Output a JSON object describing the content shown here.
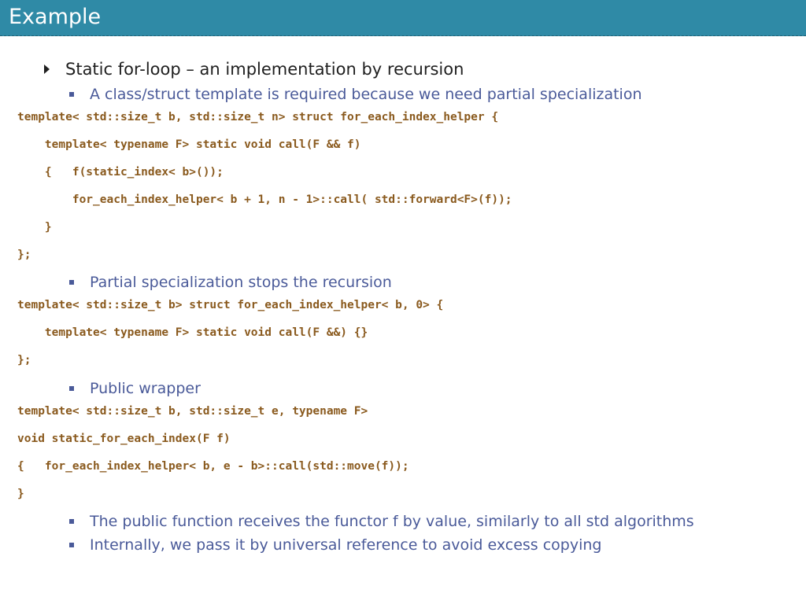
{
  "slide": {
    "title": "Example",
    "heading": "Static for-loop – an implementation by recursion",
    "bullets": {
      "b1": "A class/struct template is required because we need partial specialization",
      "b2": "Partial specialization stops the recursion",
      "b3": "Public wrapper",
      "b4": "The public function receives the functor f by value, similarly to all std algorithms",
      "b5": "Internally, we pass it by universal reference to avoid excess copying"
    },
    "code1": [
      "template< std::size_t b, std::size_t n> struct for_each_index_helper {",
      "    template< typename F> static void call(F && f)",
      "    {   f(static_index< b>());",
      "        for_each_index_helper< b + 1, n - 1>::call( std::forward<F>(f));",
      "    }",
      "};"
    ],
    "code2": [
      "template< std::size_t b> struct for_each_index_helper< b, 0> {",
      "    template< typename F> static void call(F &&) {}",
      "};"
    ],
    "code3": [
      "template< std::size_t b, std::size_t e, typename F>",
      "void static_for_each_index(F f)",
      "{   for_each_index_helper< b, e - b>::call(std::move(f));",
      "}"
    ]
  },
  "colors": {
    "title_bar": "#2f8aa6",
    "bullet_text": "#4a5a99",
    "code_text": "#8a5a1e"
  },
  "icons": {
    "level1_bullet": "triangle-right-icon",
    "level2_bullet": "square-bullet-icon"
  }
}
